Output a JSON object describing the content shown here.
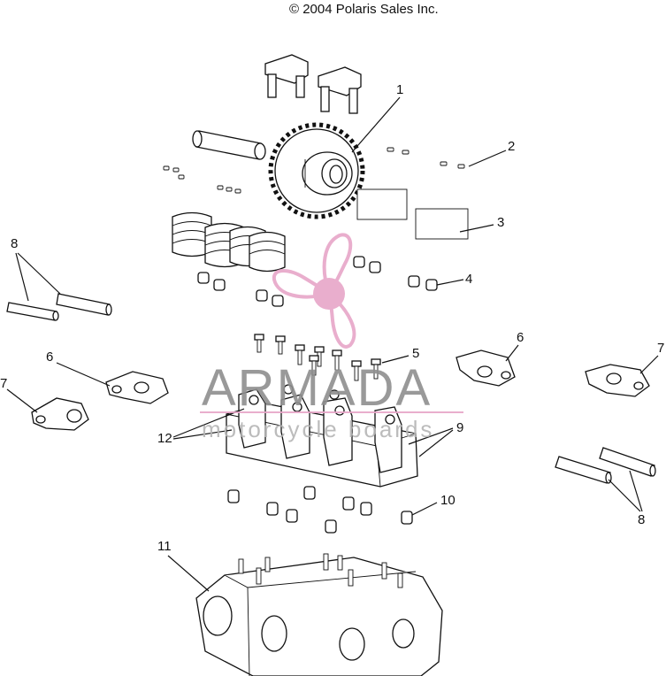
{
  "header": {
    "copyright": "© 2004 Polaris Sales Inc."
  },
  "callouts": {
    "c1": "1",
    "c2": "2",
    "c3": "3",
    "c4": "4",
    "c5": "5",
    "c6a": "6",
    "c6b": "6",
    "c7a": "7",
    "c7b": "7",
    "c8a": "8",
    "c8b": "8",
    "c9": "9",
    "c10": "10",
    "c11": "11",
    "c12": "12"
  },
  "watermark": {
    "brand": "ARMADA",
    "tagline": "motorcycle boards",
    "accent": "#e7a6c8"
  },
  "colors": {
    "ink": "#111111",
    "watermark_gray": "#8f8f8f"
  }
}
